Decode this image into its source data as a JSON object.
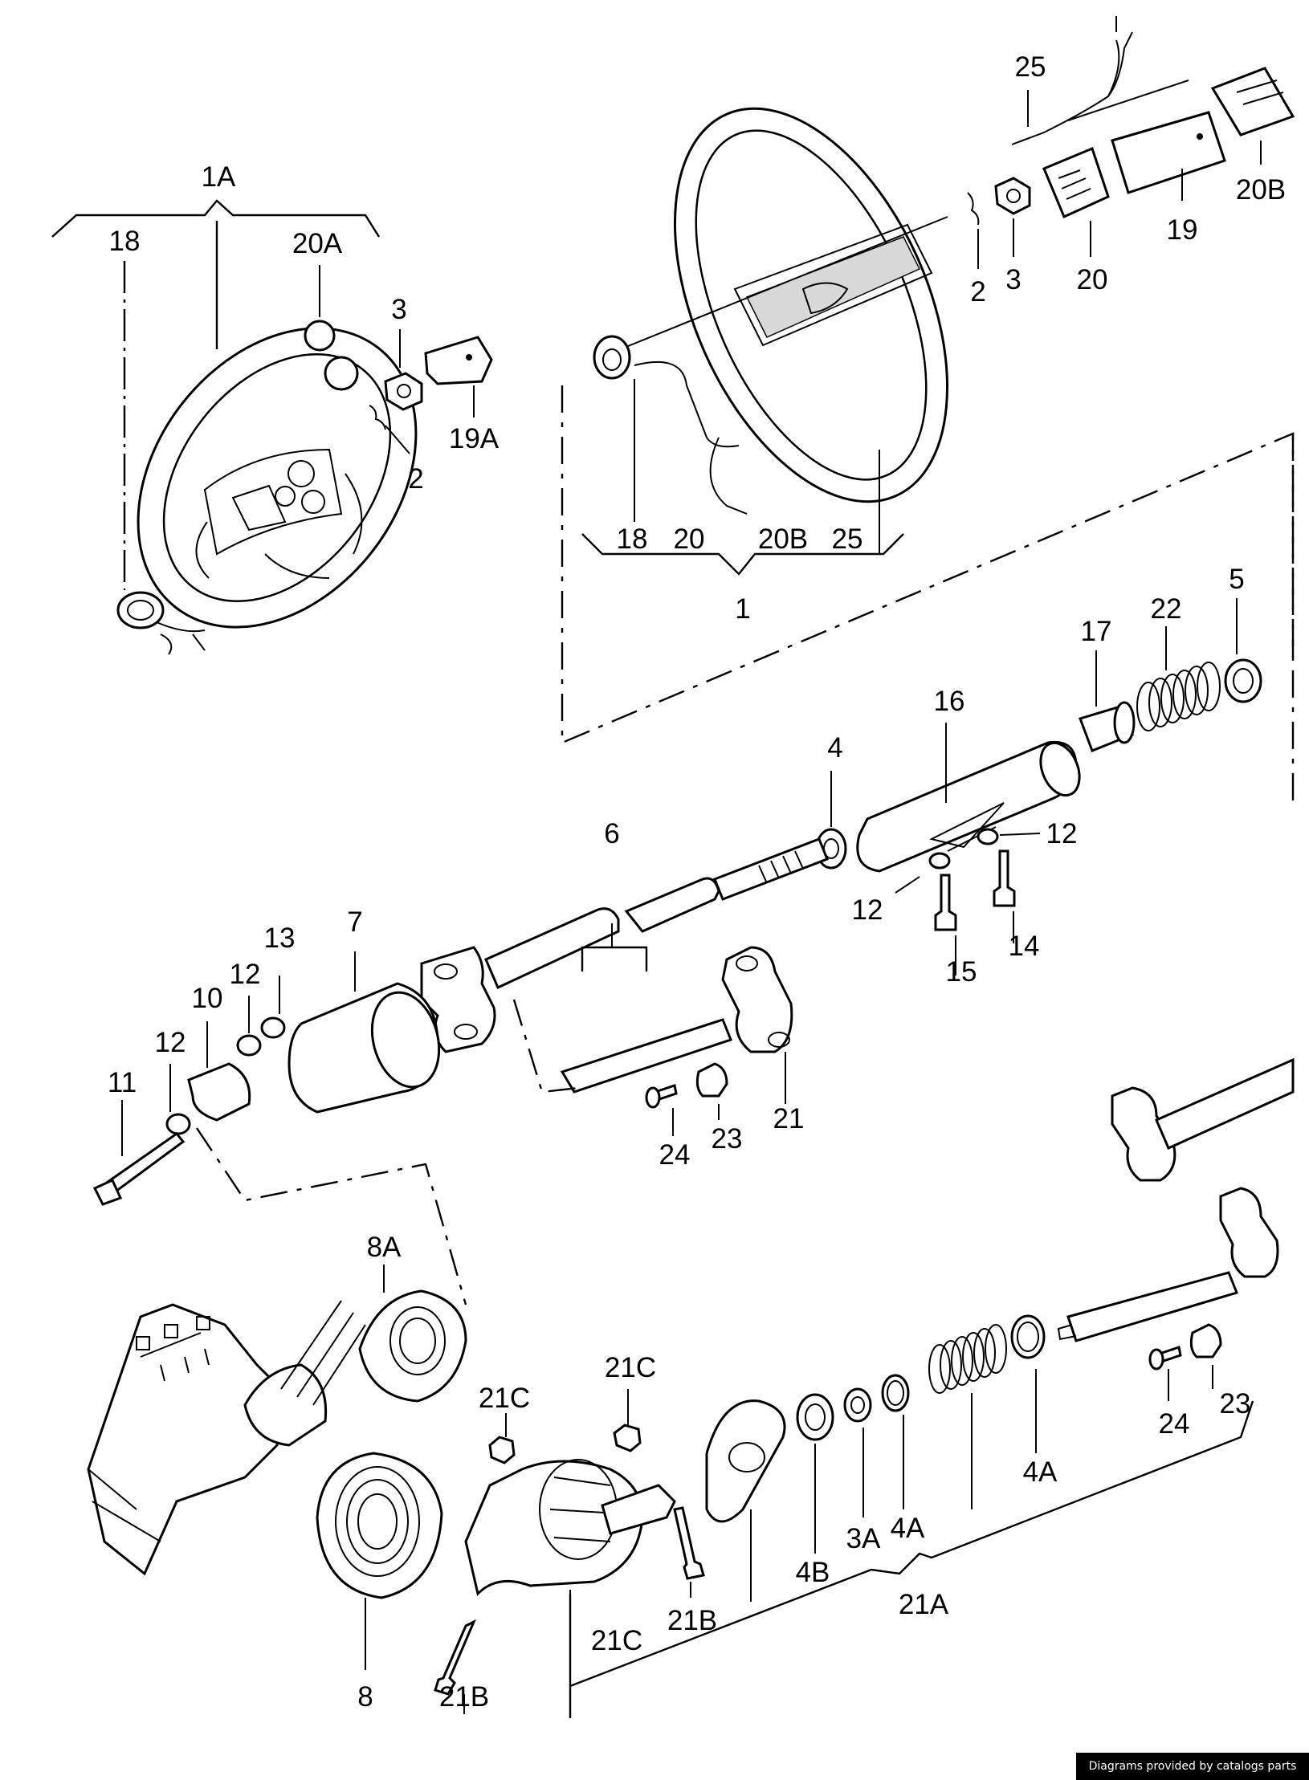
{
  "labels": {
    "l_1A": "1A",
    "l_18a": "18",
    "l_20A": "20A",
    "l_3a": "3",
    "l_19A": "19A",
    "l_2a": "2",
    "l_25a": "25",
    "l_2b": "2",
    "l_3b": "3",
    "l_20a": "20",
    "l_19": "19",
    "l_20Ba": "20B",
    "l_18b": "18",
    "l_20b": "20",
    "l_20Bb": "20B",
    "l_25b": "25",
    "l_1": "1",
    "l_5": "5",
    "l_22": "22",
    "l_17": "17",
    "l_16": "16",
    "l_4": "4",
    "l_6": "6",
    "l_12a": "12",
    "l_12b": "12",
    "l_14": "14",
    "l_15": "15",
    "l_7": "7",
    "l_13": "13",
    "l_12c": "12",
    "l_10": "10",
    "l_12d": "12",
    "l_11": "11",
    "l_21": "21",
    "l_23a": "23",
    "l_24a": "24",
    "l_8A": "8A",
    "l_21Ca": "21C",
    "l_21Cb": "21C",
    "l_21Cc": "21C",
    "l_4Aa": "4A",
    "l_4Ab": "4A",
    "l_3A": "3A",
    "l_4B": "4B",
    "l_21A": "21A",
    "l_21Ba": "21B",
    "l_21Bb": "21B",
    "l_8": "8",
    "l_24b": "24",
    "l_23b": "23"
  },
  "footer": {
    "credit": "Diagrams provided by catalogs parts"
  }
}
